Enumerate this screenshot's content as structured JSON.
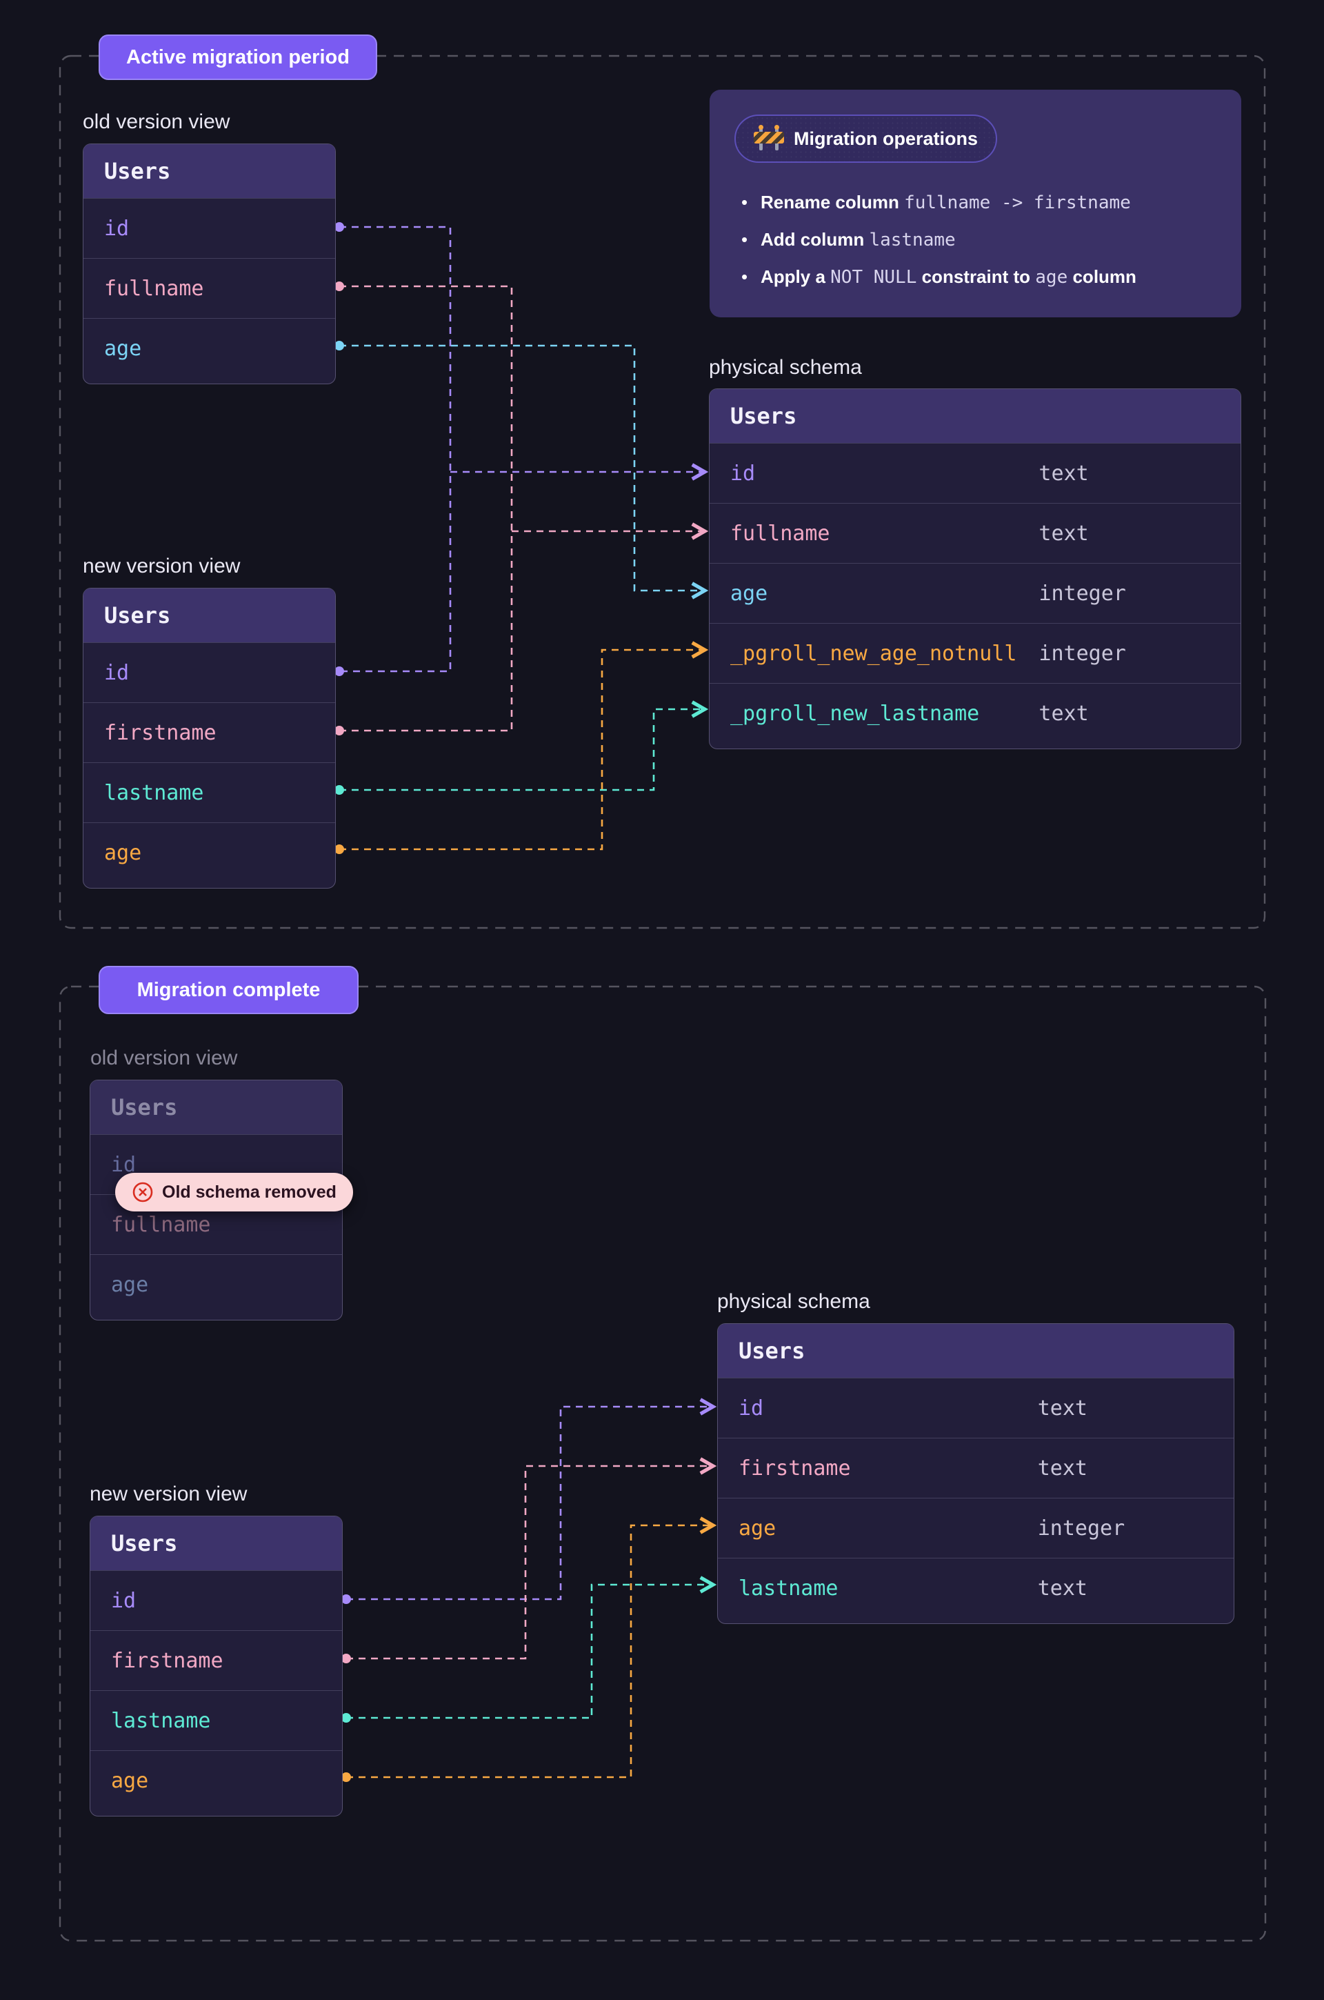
{
  "palette": {
    "bg": "#13131e",
    "dash": "#55545f",
    "badge_bg": "#7a5bf2",
    "badge_border": "#9a86f6",
    "panel_bg": "#3a3166",
    "pill_bg": "#322a5e",
    "pill_border": "#5c4fb8",
    "ops_mono": "#d9d5ee",
    "header_bg": "#3d336b",
    "header_bg_dim": "#342d58",
    "row_bg": "#221e3a",
    "table_border": "#565171",
    "row_sep": "#423e5c",
    "header_text": "#f3f1fb",
    "type_text": "#c9c6da",
    "label_text": "#eae8f4",
    "muted_label": "#8a8899",
    "muted_header": "#8d8aa6",
    "muted_purple": "#666c9e",
    "muted_pink": "#8f6b80",
    "muted_blue": "#6b7ea6",
    "removed_bg": "#fbd7da",
    "removed_icon": "#d92d20",
    "removed_text": "#2b1220",
    "purple": "#a78bfa",
    "pink": "#f2a8c4",
    "cyan": "#7cd4f5",
    "teal": "#5eead4",
    "orange": "#f9a943"
  },
  "badges": {
    "active": "Active migration period",
    "complete": "Migration complete"
  },
  "labels": {
    "old_view_active": "old version view",
    "new_view_active": "new version view",
    "phys_active": "physical schema",
    "old_view_complete": "old version view",
    "phys_complete": "physical schema",
    "new_view_complete": "new version view"
  },
  "ops": {
    "title": "Migration operations",
    "icon": "construction-barrier-icon",
    "items": [
      {
        "parts": [
          {
            "text": "Rename column ",
            "style": "bold"
          },
          {
            "text": "fullname -> firstname",
            "style": "mono"
          }
        ]
      },
      {
        "parts": [
          {
            "text": "Add column ",
            "style": "bold"
          },
          {
            "text": "lastname",
            "style": "mono"
          }
        ]
      },
      {
        "parts": [
          {
            "text": "Apply a ",
            "style": "bold"
          },
          {
            "text": "NOT NULL",
            "style": "mono"
          },
          {
            "text": " constraint to ",
            "style": "bold"
          },
          {
            "text": "age",
            "style": "mono"
          },
          {
            "text": " column",
            "style": "bold"
          }
        ]
      }
    ]
  },
  "removed_badge": {
    "label": "Old schema removed"
  },
  "tables": {
    "active_old_view": {
      "title": "Users",
      "rows": [
        {
          "name": "id",
          "color": "purple"
        },
        {
          "name": "fullname",
          "color": "pink"
        },
        {
          "name": "age",
          "color": "cyan"
        }
      ]
    },
    "active_new_view": {
      "title": "Users",
      "rows": [
        {
          "name": "id",
          "color": "purple"
        },
        {
          "name": "firstname",
          "color": "pink"
        },
        {
          "name": "lastname",
          "color": "teal"
        },
        {
          "name": "age",
          "color": "orange"
        }
      ]
    },
    "active_physical": {
      "title": "Users",
      "rows": [
        {
          "name": "id",
          "type": "text",
          "color": "purple"
        },
        {
          "name": "fullname",
          "type": "text",
          "color": "pink"
        },
        {
          "name": "age",
          "type": "integer",
          "color": "cyan"
        },
        {
          "name": "_pgroll_new_age_notnull",
          "type": "integer",
          "color": "orange"
        },
        {
          "name": "_pgroll_new_lastname",
          "type": "text",
          "color": "teal"
        }
      ]
    },
    "complete_old_view": {
      "title": "Users",
      "rows": [
        {
          "name": "id",
          "color": "muted_purple"
        },
        {
          "name": "fullname",
          "color": "muted_pink"
        },
        {
          "name": "age",
          "color": "muted_blue"
        }
      ]
    },
    "complete_physical": {
      "title": "Users",
      "rows": [
        {
          "name": "id",
          "type": "text",
          "color": "purple"
        },
        {
          "name": "firstname",
          "type": "text",
          "color": "pink"
        },
        {
          "name": "age",
          "type": "integer",
          "color": "orange"
        },
        {
          "name": "lastname",
          "type": "text",
          "color": "teal"
        }
      ]
    },
    "complete_new_view": {
      "title": "Users",
      "rows": [
        {
          "name": "id",
          "color": "purple"
        },
        {
          "name": "firstname",
          "color": "pink"
        },
        {
          "name": "lastname",
          "color": "teal"
        },
        {
          "name": "age",
          "color": "orange"
        }
      ]
    }
  }
}
